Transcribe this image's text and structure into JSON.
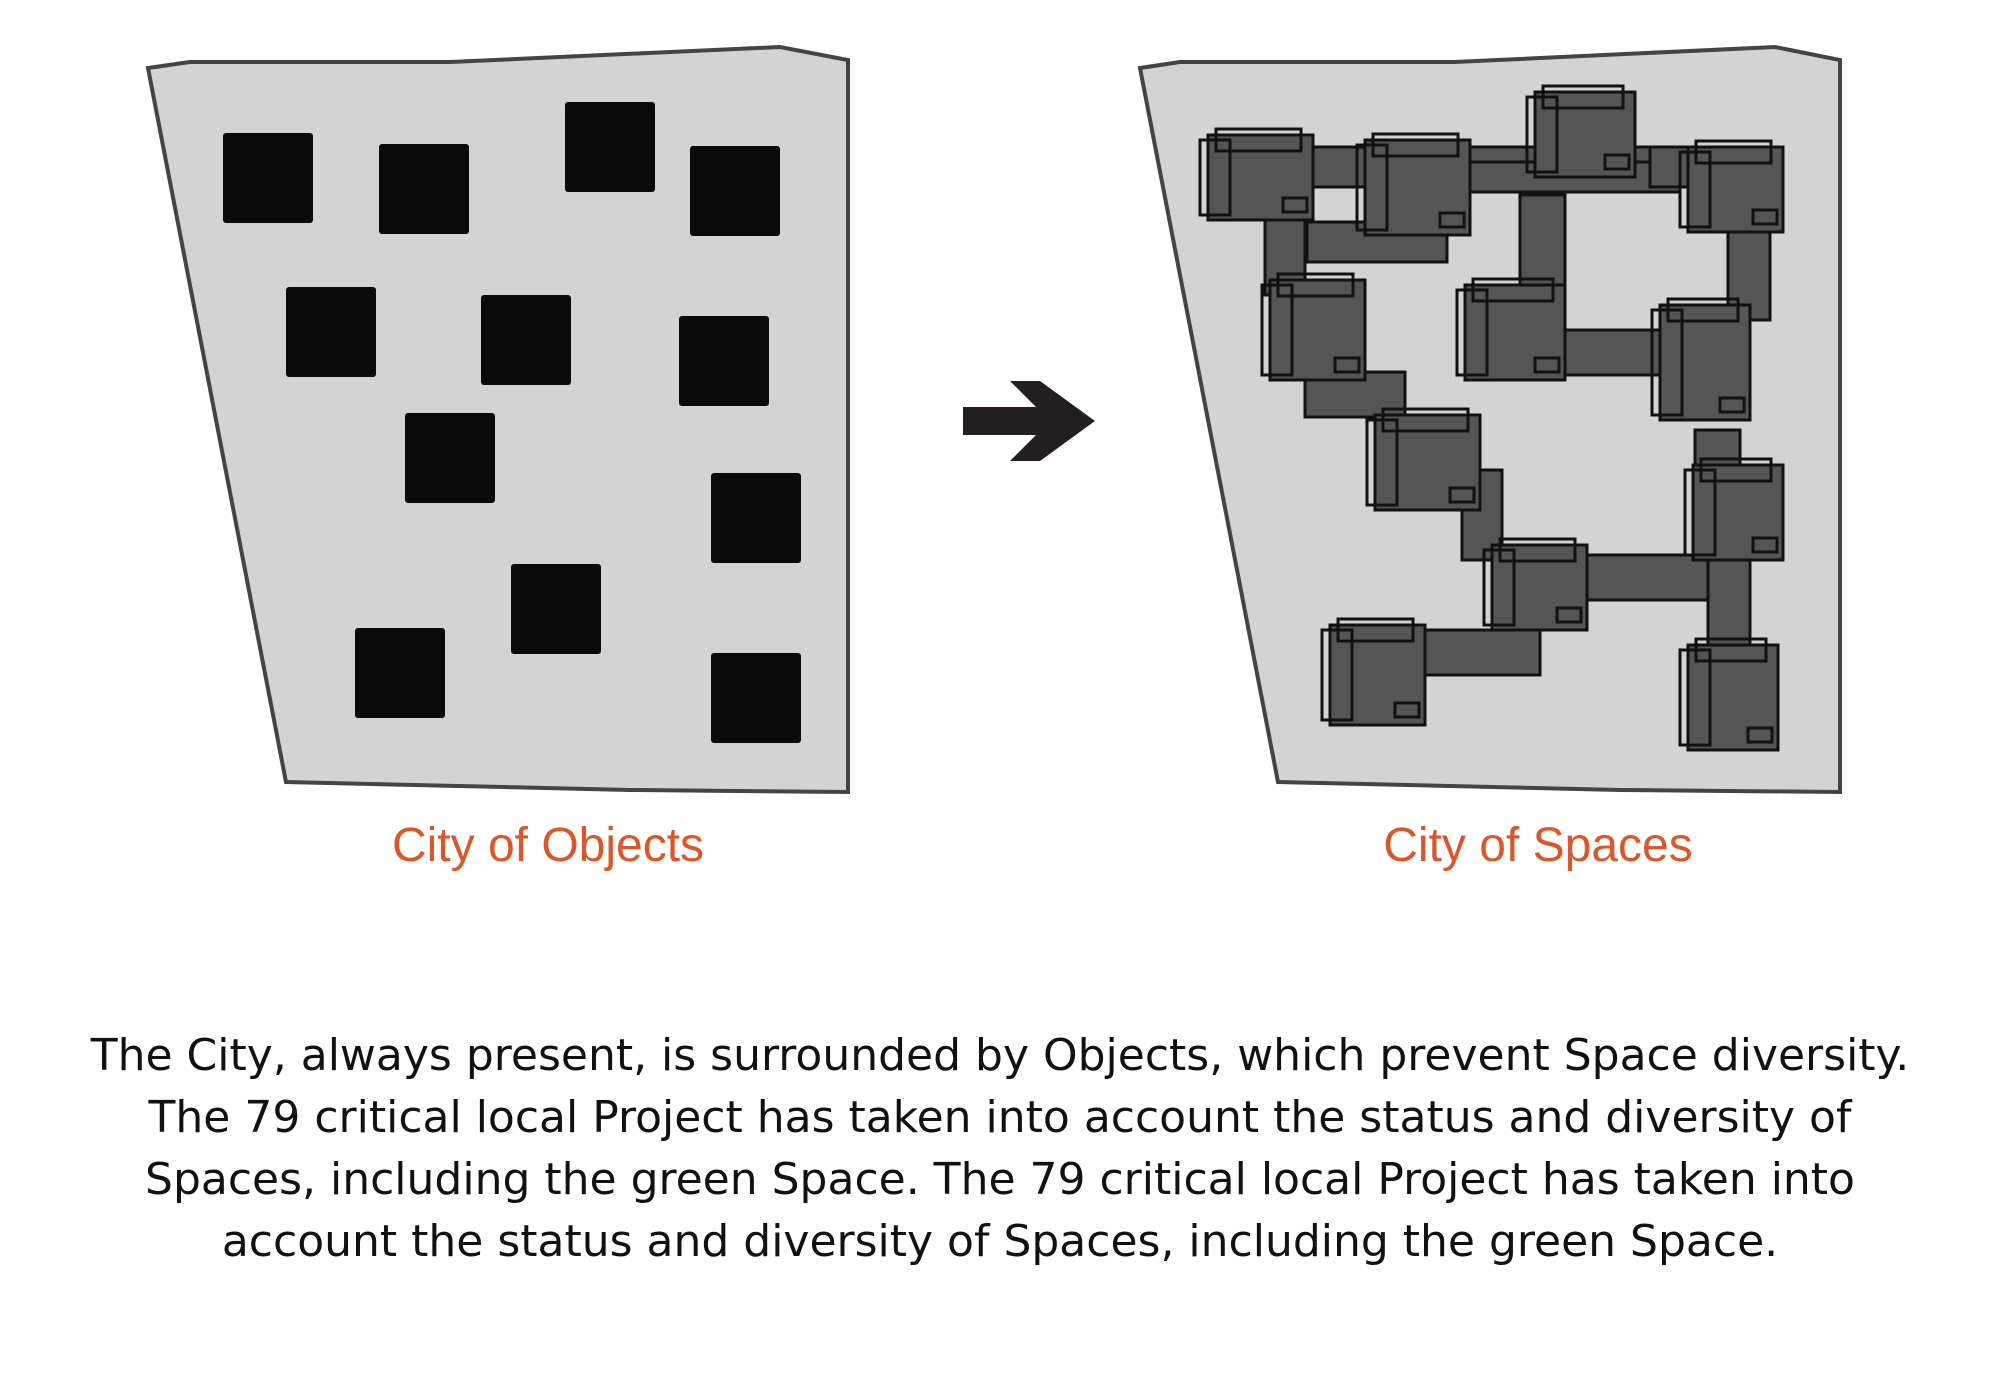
{
  "panels": {
    "left": {
      "label": "City of Objects",
      "block_color": "#0a0a0b"
    },
    "right": {
      "label": "City of Spaces",
      "block_color": "#555555"
    }
  },
  "arrow": {
    "icon": "right-arrow-icon",
    "color": "#231f20"
  },
  "colors": {
    "parcel_fill": "#d3d3d3",
    "parcel_stroke": "#444444",
    "label": "#d9582b"
  },
  "caption": {
    "line1": "The City, always present, is surrounded by Objects, which prevent Space diversity.",
    "line2": "The 79 critical local Project has taken into account the status and diversity of Spaces, including the green Space. The 79 critical local Project has taken into account the status and diversity of Spaces, including the green Space."
  }
}
